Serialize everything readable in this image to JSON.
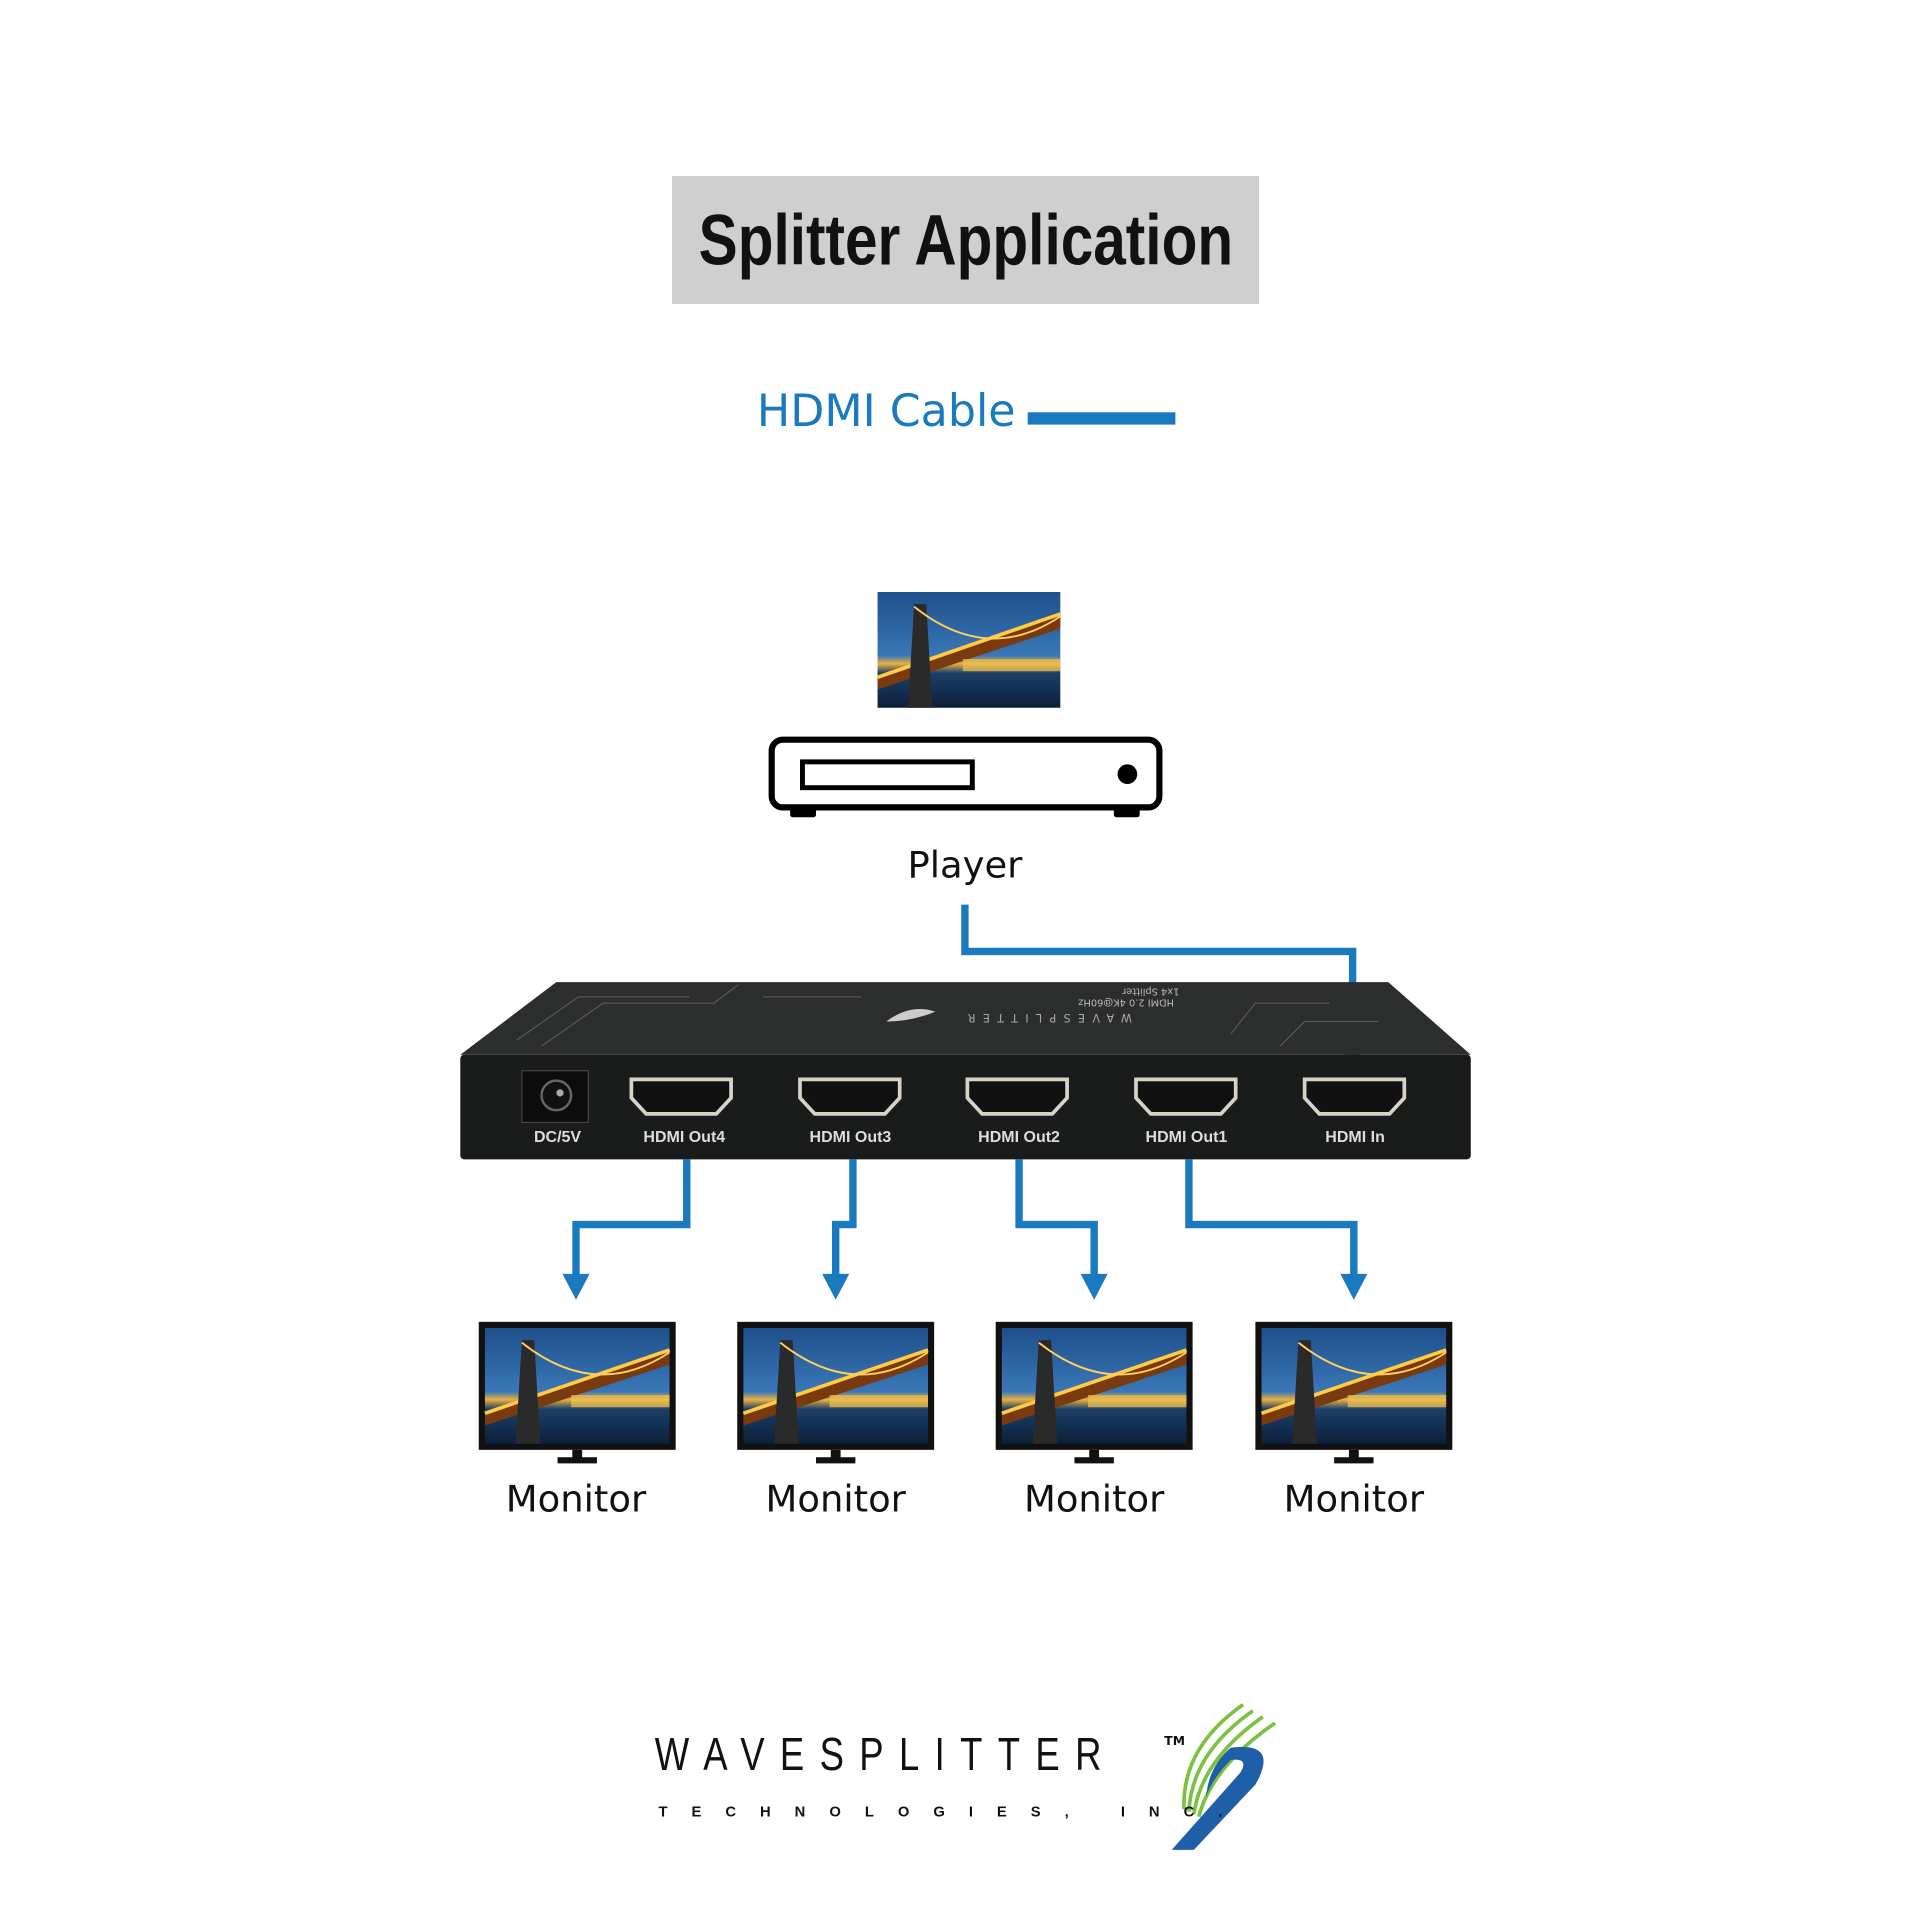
{
  "title": "Splitter Application",
  "legend": {
    "label": "HDMI Cable",
    "color": "#1a7abf"
  },
  "player": {
    "label": "Player",
    "icon": "player-icon"
  },
  "splitter": {
    "ports": [
      "DC/5V",
      "HDMI Out4",
      "HDMI Out3",
      "HDMI Out2",
      "HDMI Out1",
      "HDMI In"
    ],
    "top_text": [
      "WAVESPLITTER",
      "HDMI 2.0 4K@60Hz",
      "1x4 Splitter"
    ]
  },
  "monitors": [
    {
      "label": "Monitor"
    },
    {
      "label": "Monitor"
    },
    {
      "label": "Monitor"
    },
    {
      "label": "Monitor"
    }
  ],
  "logo": {
    "name": "WAVESPLITTER",
    "tm": "TM",
    "sub": "TECHNOLOGIES, INC."
  }
}
